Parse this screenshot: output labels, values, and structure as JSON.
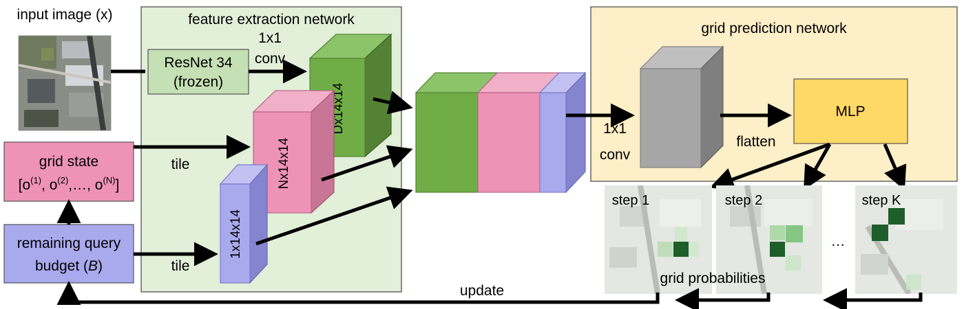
{
  "input": {
    "title": "input image (x)"
  },
  "feature_network": {
    "title": "feature extraction network",
    "resnet_line1": "ResNet 34",
    "resnet_line2": "(frozen)",
    "conv_line1": "1x1",
    "conv_line2": "conv",
    "block_d": "Dx14x14",
    "block_n": "Nx14x14",
    "block_1": "1x14x14"
  },
  "grid_state": {
    "title": "grid state",
    "formula": "[o(1), o(2),…, o(N)]"
  },
  "budget": {
    "line1": "remaining query",
    "line2_prefix": "budget (",
    "line2_var": "B",
    "line2_suffix": ")"
  },
  "edges": {
    "tile_top": "tile",
    "tile_bottom": "tile",
    "update": "update"
  },
  "grid_network": {
    "title": "grid prediction network",
    "conv_line1": "1x1",
    "conv_line2": "conv",
    "flatten": "flatten",
    "mlp": "MLP"
  },
  "steps": {
    "step1": "step 1",
    "step2": "step 2",
    "stepK": "step K",
    "ellipsis": "…",
    "probs": "grid probabilities"
  },
  "colors": {
    "feature_bg": "#e2efd9",
    "grid_bg": "#fdefc8",
    "resnet": "#c5e0b4",
    "green": "#70ad47",
    "pink": "#ee93b6",
    "purple": "#a9a9ee",
    "gray": "#a6a6a6",
    "mlp": "#ffd966",
    "prob_dark": "#1e5e2a",
    "prob_light": "#8fd19e"
  }
}
